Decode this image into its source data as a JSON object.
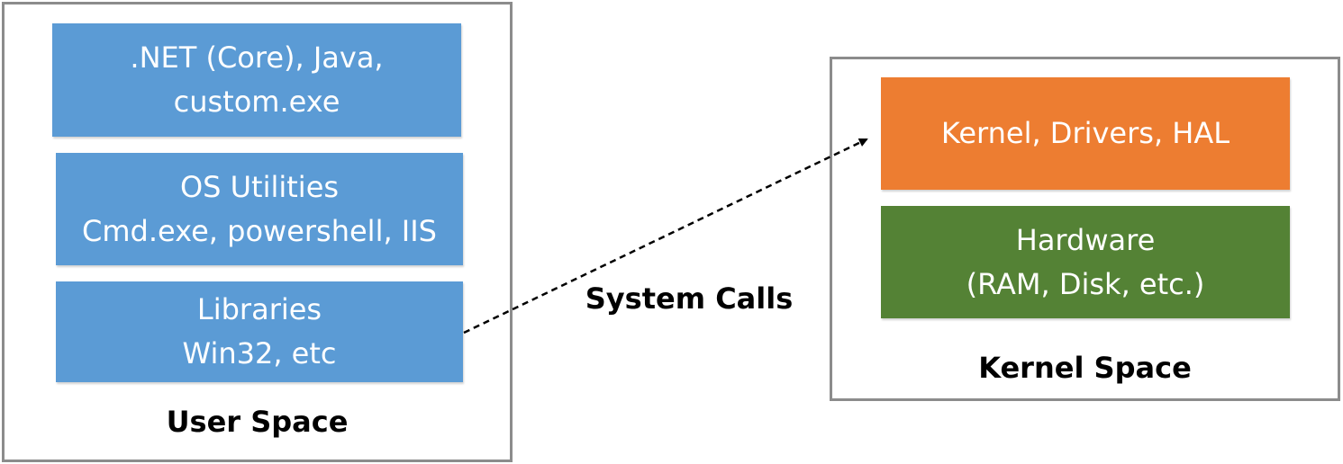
{
  "user_space": {
    "label": "User Space",
    "blocks": [
      {
        "lines": [
          ".NET (Core), Java,",
          "custom.exe"
        ],
        "color": "#5b9bd5"
      },
      {
        "lines": [
          "OS Utilities",
          "Cmd.exe, powershell, IIS"
        ],
        "color": "#5b9bd5"
      },
      {
        "lines": [
          "Libraries",
          "Win32, etc"
        ],
        "color": "#5b9bd5"
      }
    ]
  },
  "kernel_space": {
    "label": "Kernel Space",
    "blocks": [
      {
        "lines": [
          "Kernel, Drivers, HAL"
        ],
        "color": "#ed7d31"
      },
      {
        "lines": [
          "Hardware",
          "(RAM, Disk, etc.)"
        ],
        "color": "#548235"
      }
    ]
  },
  "connector": {
    "label": "System Calls",
    "style": "dashed",
    "direction": "libraries-to-kernel"
  }
}
